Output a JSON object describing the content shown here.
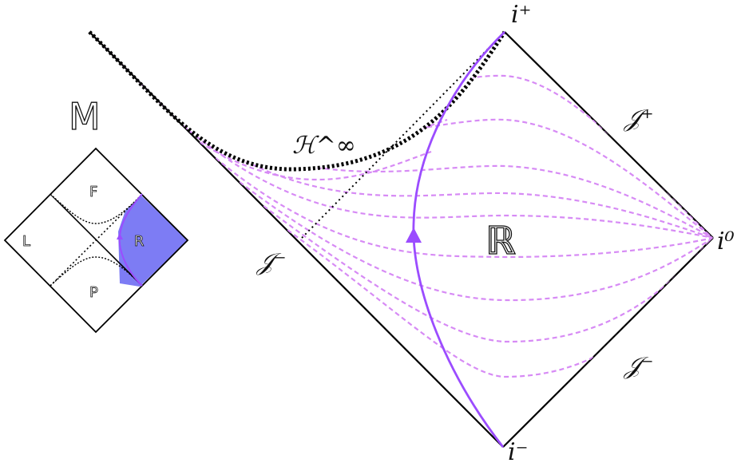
{
  "labels": {
    "i_plus": "i⁺",
    "i_minus": "i⁻",
    "i_zero": "i⁰",
    "scri_plus": "𝒥⁺",
    "scri_minus_right": "𝒥⁻",
    "scri_minus_left": "𝒥⁻",
    "horizon": "ℋ^∞",
    "region_main": "ℝ",
    "spacetime": "M"
  },
  "inset": {
    "future": "F",
    "past": "P",
    "left": "L",
    "right": "R"
  },
  "colors": {
    "accent": "#9b4cff",
    "dashed": "#d78bf5",
    "region_fill": "#7d7cf4",
    "outline": "#000000"
  }
}
